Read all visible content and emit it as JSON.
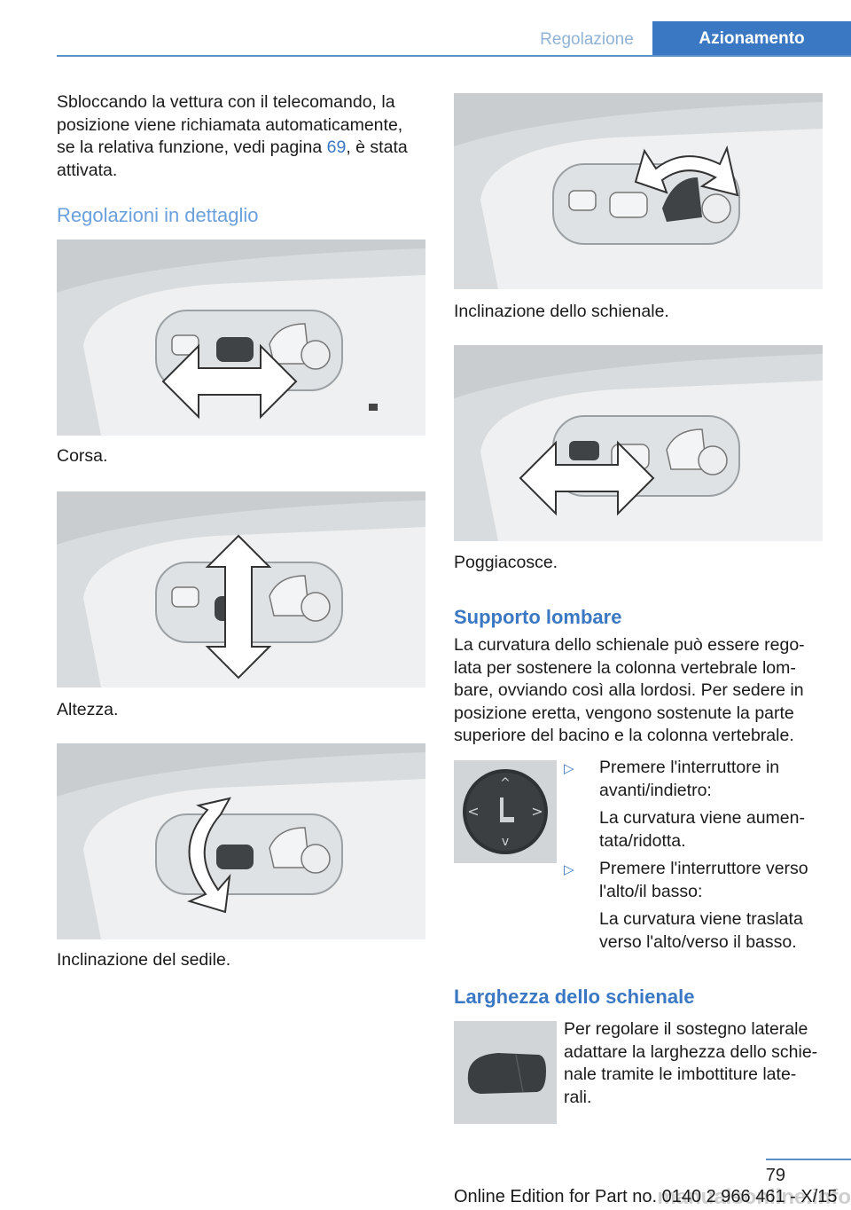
{
  "header": {
    "section": "Regolazione",
    "tab": "Azionamento"
  },
  "intro": {
    "before_link": "Sbloccando la vettura con il telecomando, la posizione viene richiamata automaticamente, se la relativa funzione, vedi pagina ",
    "link": "69",
    "after_link": ", è stata attivata."
  },
  "section_details": {
    "title": "Regolazioni in dettaglio"
  },
  "captions": {
    "corsa": "Corsa.",
    "altezza": "Altezza.",
    "sedile": "Inclinazione del sedile.",
    "schienale": "Inclinazione dello schienale.",
    "poggiacosce": "Poggiacosce."
  },
  "lumbar": {
    "title": "Supporto lombare",
    "text": "La curvatura dello schienale può essere rego-lata per sostenere la colonna vertebrale lom-bare, ovviando così alla lordosi. Per sedere in posizione eretta, vengono sostenute la parte superiore del bacino e la colonna vertebrale.",
    "items": [
      {
        "action": "Premere l'interruttore in avanti/indietro:",
        "result": "La curvatura viene aumen-tata/ridotta."
      },
      {
        "action": "Premere l'interruttore verso l'alto/il basso:",
        "result": "La curvatura viene traslata verso l'alto/verso il basso."
      }
    ]
  },
  "width": {
    "title": "Larghezza dello schienale",
    "text": "Per regolare il sostegno laterale adattare la larghezza dello schie-nale tramite le imbottiture late-rali."
  },
  "footer": {
    "page": "79",
    "edition": "Online Edition for Part no. 0140 2 966 461 - X/15",
    "watermark": "manualsonline.info"
  }
}
